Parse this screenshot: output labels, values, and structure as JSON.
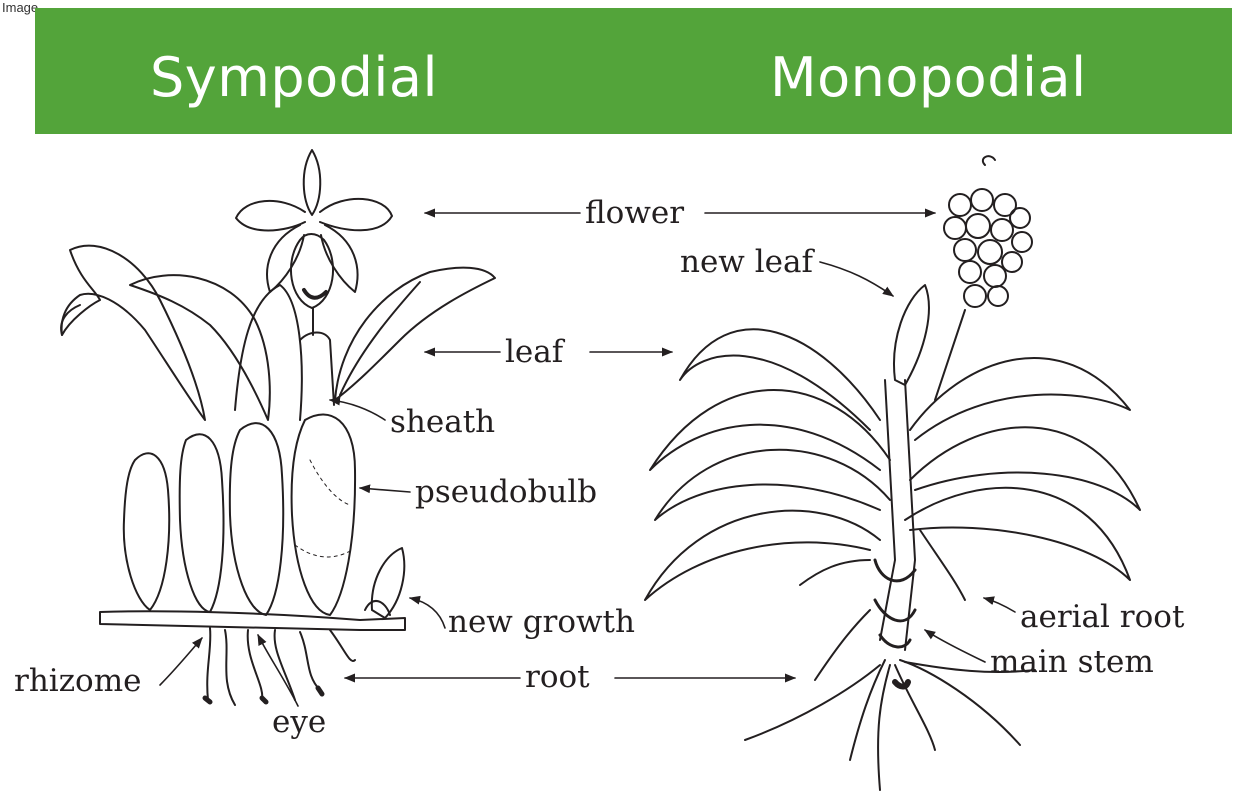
{
  "header": {
    "corner_label": "Image"
  },
  "banner": {
    "left_title": "Sympodial",
    "right_title": "Monopodial",
    "color": "#53a43a"
  },
  "labels": {
    "flower": "flower",
    "leaf": "leaf",
    "root": "root",
    "new_leaf": "new leaf",
    "sheath": "sheath",
    "pseudobulb": "pseudobulb",
    "new_growth": "new growth",
    "rhizome": "rhizome",
    "eye": "eye",
    "aerial_root": "aerial root",
    "main_stem": "main stem"
  }
}
